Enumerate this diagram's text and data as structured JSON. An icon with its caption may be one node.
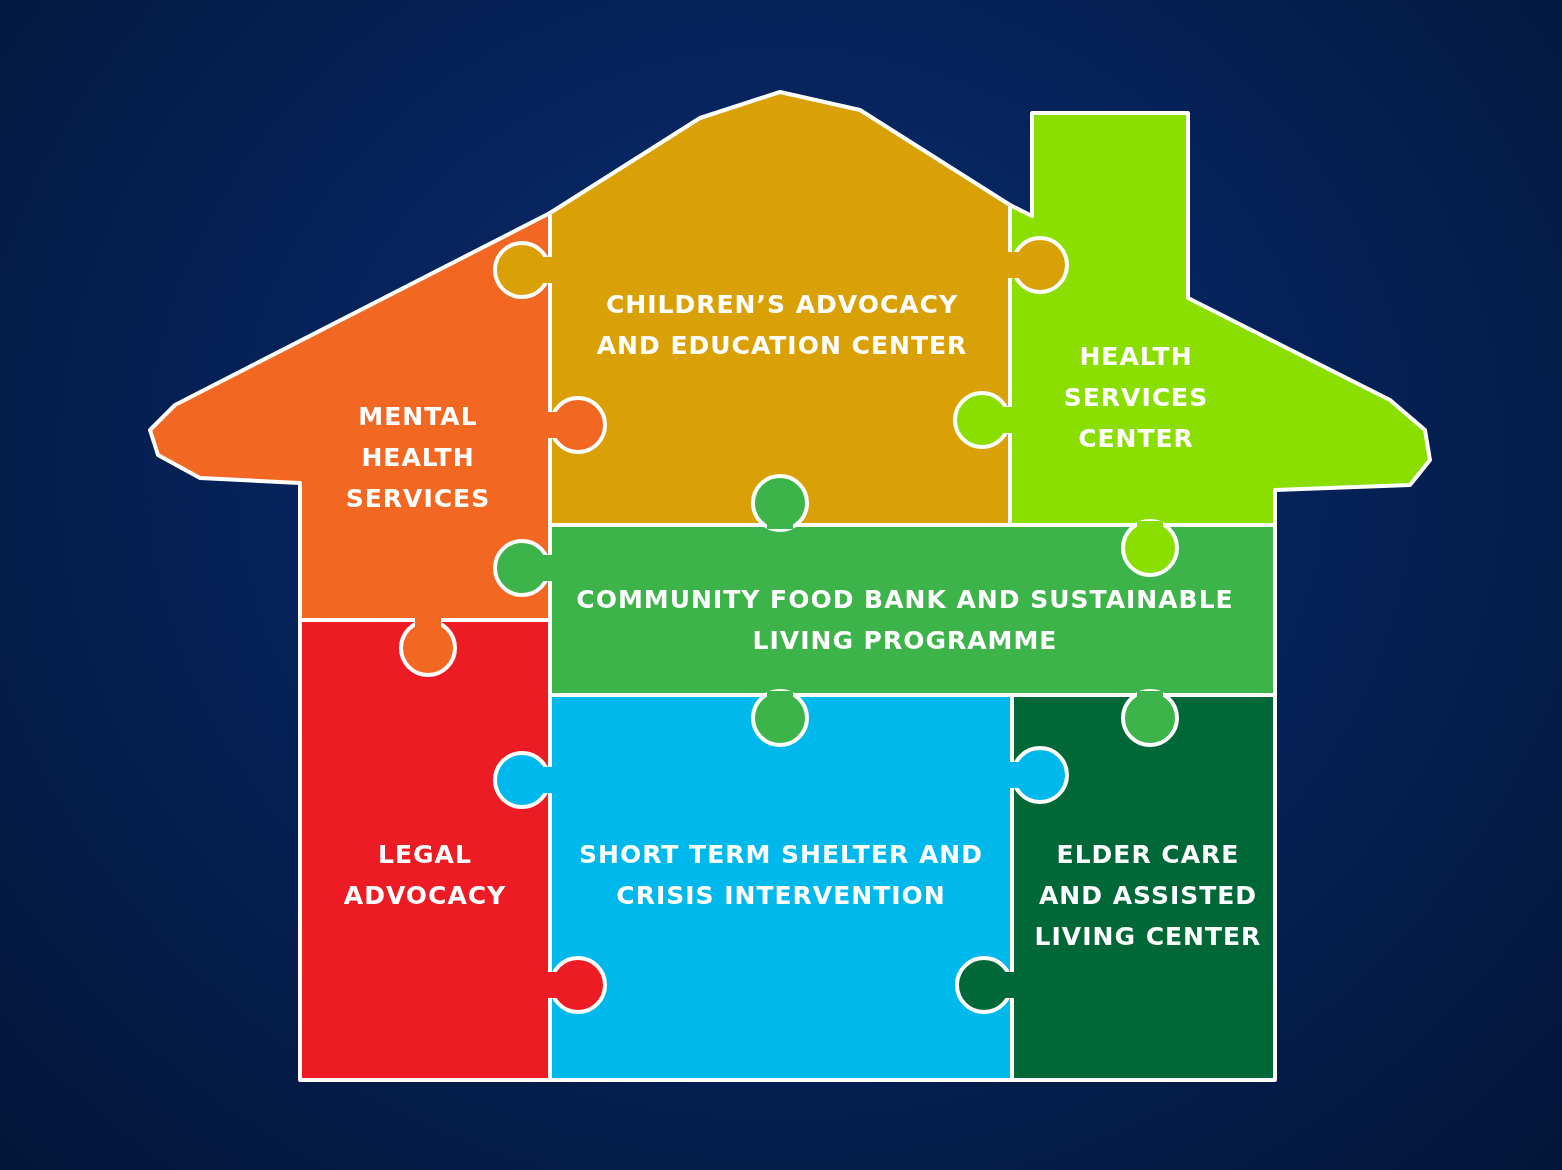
{
  "diagram": {
    "nodes": [
      {
        "text": [
          "CHILDREN’S ADVOCACY AND EDUCATION CENTER"
        ]
      },
      {
        "text": [
          "HEALTH SERVICES CENTER"
        ]
      },
      {
        "text": [
          "MENTAL HEALTH SERVICES"
        ]
      },
      {
        "text": [
          "COMMUNITY FOOD BANK AND SUSTAINABLE LIVING PROGRAMME"
        ]
      },
      {
        "text": [
          "LEGAL ADVOCACY"
        ]
      },
      {
        "text": [
          "SHORT TERM SHELTER AND CRISIS INTERVENTION"
        ]
      },
      {
        "text": [
          "ELDER CARE AND ASSISTED LIVING CENTER"
        ]
      }
    ],
    "edges": []
  }
}
